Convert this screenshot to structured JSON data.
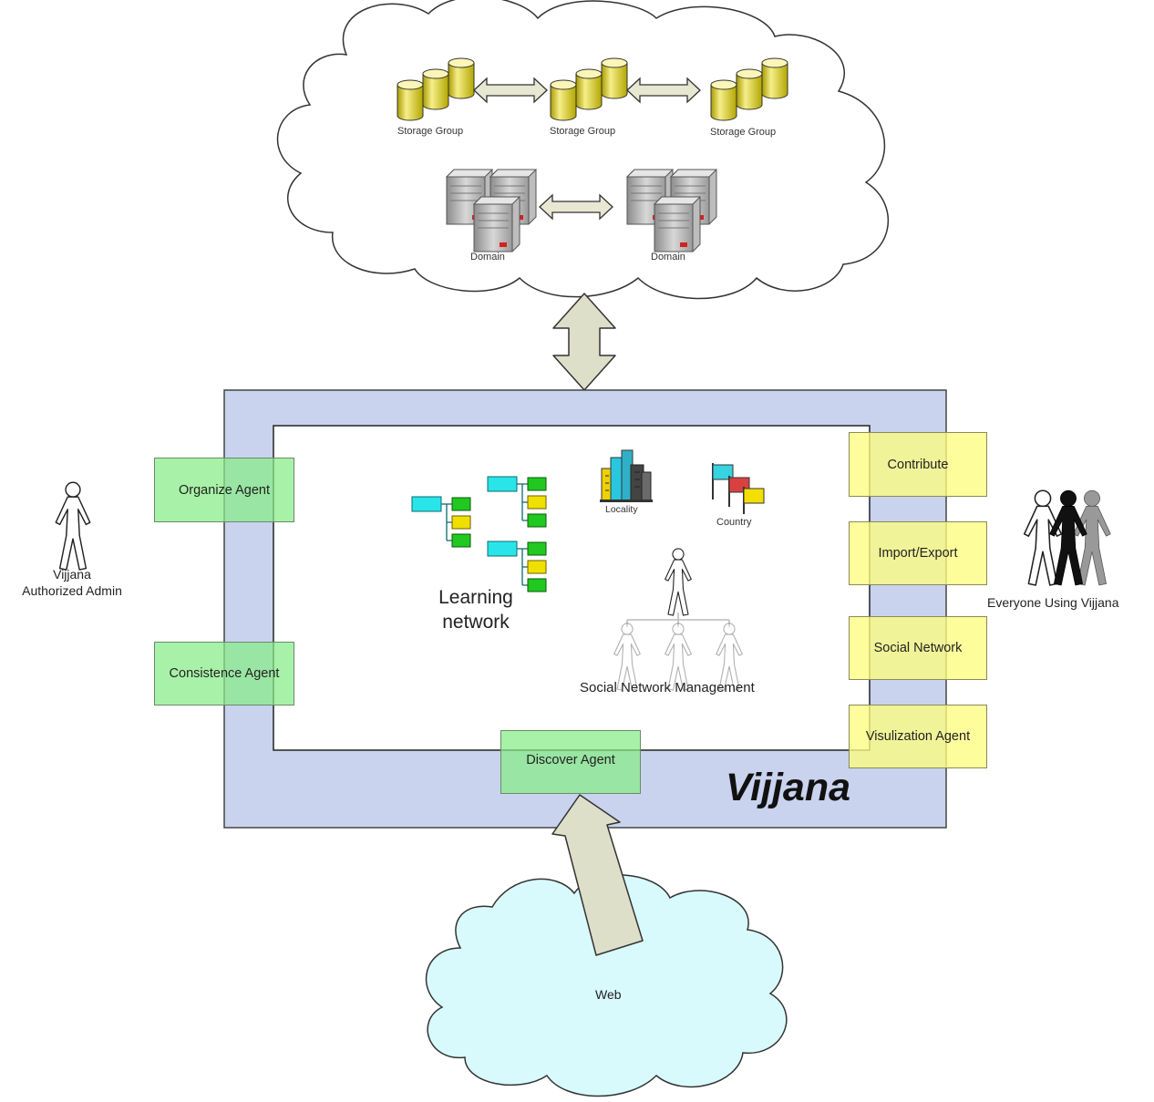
{
  "cloud_top": {
    "storage_groups": [
      "Storage Group",
      "Storage Group",
      "Storage Group"
    ],
    "domains": [
      "Domain",
      "Domain"
    ]
  },
  "system": {
    "name": "Vijjana",
    "colors": {
      "outer": "#c9d3ee",
      "agent_green": "#86eb86",
      "agent_yellow": "#fcfc80",
      "web_cloud": "#d8fafc",
      "arrow": "#dedfc9"
    }
  },
  "left_agents": [
    "Organize Agent",
    "Consistence Agent"
  ],
  "bottom_agent": "Discover Agent",
  "right_agents": [
    "Contribute",
    "Import/Export",
    "Social Network",
    "Visulization Agent"
  ],
  "inner": {
    "learning_network": {
      "line1": "Learning",
      "line2": "network"
    },
    "locality": "Locality",
    "country": "Country",
    "social_network_management": "Social Network Management"
  },
  "actors": {
    "admin": {
      "line1": "Vijjana",
      "line2": "Authorized Admin"
    },
    "everyone": "Everyone Using Vijjana"
  },
  "web": "Web"
}
